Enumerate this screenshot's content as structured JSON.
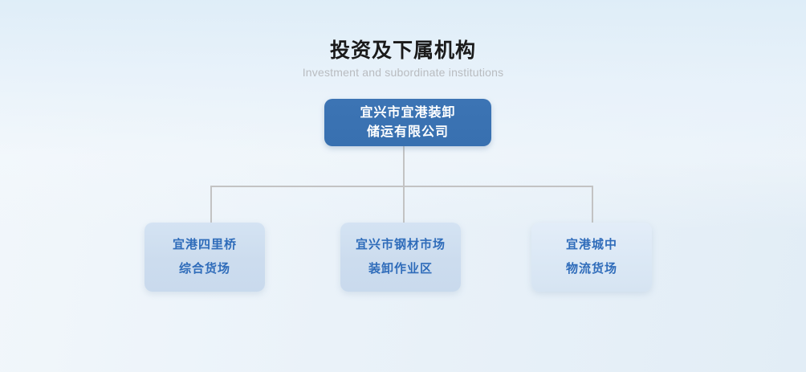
{
  "header": {
    "title": "投资及下属机构",
    "subtitle": "Investment and subordinate institutions"
  },
  "org_chart": {
    "root": {
      "name": "宜兴市宜港装卸储运有限公司",
      "line1": "宜兴市宜港装卸",
      "line2": "储运有限公司"
    },
    "children": [
      {
        "name": "宜港四里桥综合货场",
        "line1": "宜港四里桥",
        "line2": "综合货场"
      },
      {
        "name": "宜兴市钢材市场装卸作业区",
        "line1": "宜兴市钢材市场",
        "line2": "装卸作业区"
      },
      {
        "name": "宜港城中物流货场",
        "line1": "宜港城中",
        "line2": "物流货场"
      }
    ]
  },
  "colors": {
    "root_node": "#3870b2",
    "root_text": "#ffffff",
    "child_node": "#ccdcee",
    "child_text": "#2f6cba",
    "connector": "#c3c3c3",
    "title_text": "#1a1a1a",
    "subtitle_text": "#b9bcc0",
    "background_top": "#e3eef7",
    "background_bottom": "#ffffff"
  }
}
